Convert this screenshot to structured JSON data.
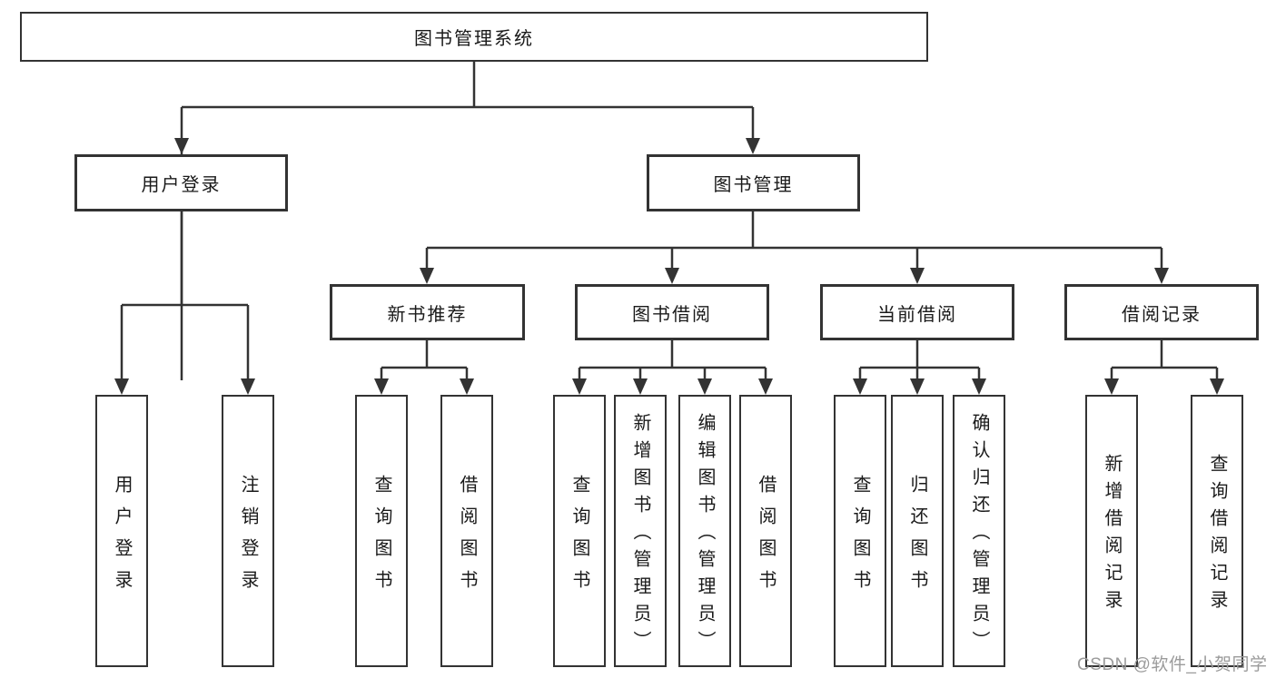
{
  "diagram": {
    "type": "hierarchy",
    "nodes": {
      "root": {
        "label": "图书管理系统"
      },
      "user_login": {
        "label": "用户登录"
      },
      "book_mgmt": {
        "label": "图书管理"
      },
      "new_books": {
        "label": "新书推荐"
      },
      "book_borrow": {
        "label": "图书借阅"
      },
      "current_borrow": {
        "label": "当前借阅"
      },
      "borrow_records": {
        "label": "借阅记录"
      },
      "ul_login": {
        "label": "用户登录"
      },
      "ul_logout": {
        "label": "注销登录"
      },
      "nb_query": {
        "label": "查询图书"
      },
      "nb_borrow": {
        "label": "借阅图书"
      },
      "bb_query": {
        "label": "查询图书"
      },
      "bb_add": {
        "label": "新增图书（管理员）"
      },
      "bb_edit": {
        "label": "编辑图书（管理员）"
      },
      "bb_borrow": {
        "label": "借阅图书"
      },
      "cb_query": {
        "label": "查询图书"
      },
      "cb_return": {
        "label": "归还图书"
      },
      "cb_confirm": {
        "label": "确认归还（管理员）"
      },
      "br_add": {
        "label": "新增借阅记录"
      },
      "br_query": {
        "label": "查询借阅记录"
      }
    },
    "edges": [
      [
        "root",
        "user_login"
      ],
      [
        "root",
        "book_mgmt"
      ],
      [
        "user_login",
        "ul_login"
      ],
      [
        "user_login",
        "ul_logout"
      ],
      [
        "book_mgmt",
        "new_books"
      ],
      [
        "book_mgmt",
        "book_borrow"
      ],
      [
        "book_mgmt",
        "current_borrow"
      ],
      [
        "book_mgmt",
        "borrow_records"
      ],
      [
        "new_books",
        "nb_query"
      ],
      [
        "new_books",
        "nb_borrow"
      ],
      [
        "book_borrow",
        "bb_query"
      ],
      [
        "book_borrow",
        "bb_add"
      ],
      [
        "book_borrow",
        "bb_edit"
      ],
      [
        "book_borrow",
        "bb_borrow"
      ],
      [
        "current_borrow",
        "cb_query"
      ],
      [
        "current_borrow",
        "cb_return"
      ],
      [
        "current_borrow",
        "cb_confirm"
      ],
      [
        "borrow_records",
        "br_add"
      ],
      [
        "borrow_records",
        "br_query"
      ]
    ]
  },
  "watermark": "CSDN @软件_小贺同学",
  "colors": {
    "line": "#333333",
    "text": "#1a1a1a",
    "box_background": "#ffffff",
    "watermark": "#9b9b9b",
    "background": "#ffffff"
  }
}
